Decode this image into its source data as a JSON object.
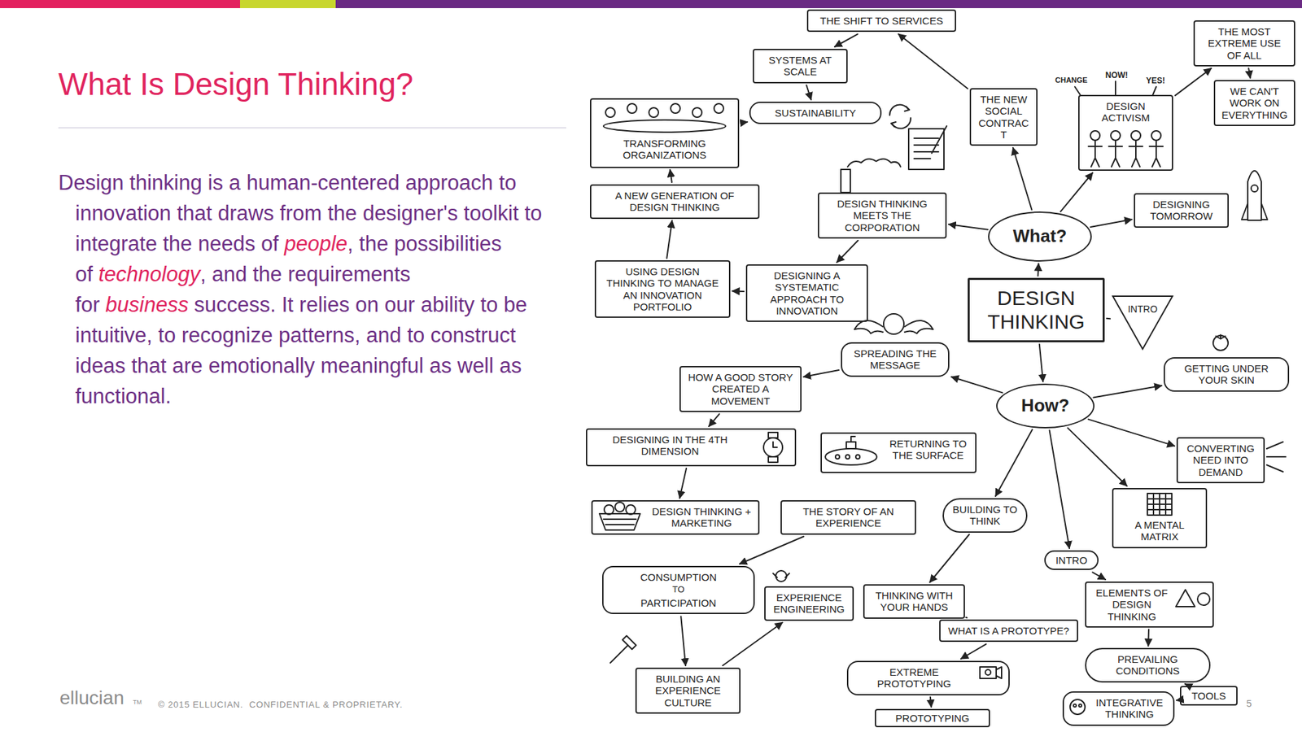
{
  "diagram": {
    "title": "What Is Design Thinking?",
    "nodes": [
      {
        "text": [
          "THE SHIFT TO SERVICES"
        ]
      },
      {
        "text": [
          "THE MOST EXTREME USE OF ALL"
        ]
      },
      {
        "text": [
          "SYSTEMS AT SCALE"
        ]
      },
      {
        "text": [
          "THE NEW SOCIAL CONTRACT"
        ]
      },
      {
        "text": [
          "DESIGN ACTIVISM"
        ]
      },
      {
        "text": [
          "WE CAN'T WORK ON EVERYTHING"
        ]
      },
      {
        "text": [
          "SUSTAINABILITY"
        ]
      },
      {
        "text": [
          "TRANSFORMING ORGANIZATIONS"
        ]
      },
      {
        "text": [
          "DESIGN THINKING MEETS THE CORPORATION"
        ]
      },
      {
        "text": [
          "DESIGNING TOMORROW"
        ]
      },
      {
        "text": [
          "A NEW GENERATION OF DESIGN THINKING"
        ]
      },
      {
        "text": [
          "What?"
        ]
      },
      {
        "text": [
          "USING DESIGN THINKING TO MANAGE AN INNOVATION PORTFOLIO"
        ]
      },
      {
        "text": [
          "DESIGNING A SYSTEMATIC APPROACH TO INNOVATION"
        ]
      },
      {
        "text": [
          "DESIGN THINKING"
        ]
      },
      {
        "text": [
          "INTRO"
        ]
      },
      {
        "text": [
          "SPREADING THE MESSAGE"
        ]
      },
      {
        "text": [
          "GETTING UNDER YOUR SKIN"
        ]
      },
      {
        "text": [
          "HOW A GOOD STORY CREATED A MOVEMENT"
        ]
      },
      {
        "text": [
          "How?"
        ]
      },
      {
        "text": [
          "DESIGNING IN THE 4TH DIMENSION"
        ]
      },
      {
        "text": [
          "RETURNING TO THE SURFACE"
        ]
      },
      {
        "text": [
          "CONVERTING NEED INTO DEMAND"
        ]
      },
      {
        "text": [
          "DESIGN THINKING + MARKETING"
        ]
      },
      {
        "text": [
          "THE STORY OF AN EXPERIENCE"
        ]
      },
      {
        "text": [
          "BUILDING TO THINK"
        ]
      },
      {
        "text": [
          "A MENTAL MATRIX"
        ]
      },
      {
        "text": [
          "INTRO"
        ]
      },
      {
        "text": [
          "CONSUMPTION",
          "TO",
          "PARTICIPATION"
        ]
      },
      {
        "text": [
          "EXPERIENCE ENGINEERING"
        ]
      },
      {
        "text": [
          "THINKING WITH YOUR HANDS"
        ]
      },
      {
        "text": [
          "ELEMENTS OF DESIGN THINKING"
        ]
      },
      {
        "text": [
          "WHAT IS A PROTOTYPE?"
        ]
      },
      {
        "text": [
          "PREVAILING CONDITIONS"
        ]
      },
      {
        "text": [
          "EXTREME PROTOTYPING"
        ]
      },
      {
        "text": [
          "BUILDING AN EXPERIENCE CULTURE"
        ]
      },
      {
        "text": [
          "TOOLS"
        ]
      },
      {
        "text": [
          "INTEGRATIVE THINKING"
        ]
      },
      {
        "text": [
          "PROTOTYPING"
        ]
      }
    ],
    "edges": [
      {
        "from": 11,
        "to": 8,
        "arrow": "to"
      },
      {
        "from": 11,
        "to": 3,
        "arrow": "to"
      },
      {
        "from": 11,
        "to": 4,
        "arrow": "to"
      },
      {
        "from": 11,
        "to": 9,
        "arrow": "to"
      },
      {
        "from": 14,
        "to": 11,
        "arrow": "to"
      },
      {
        "from": 14,
        "to": 19,
        "arrow": "to"
      },
      {
        "from": 14,
        "to": 15,
        "arrow": "none"
      },
      {
        "from": 3,
        "to": 0,
        "arrow": "to"
      },
      {
        "from": 0,
        "to": 2,
        "arrow": "to"
      },
      {
        "from": 2,
        "to": 6,
        "arrow": "to"
      },
      {
        "from": 7,
        "to": 6,
        "arrow": "to"
      },
      {
        "from": 8,
        "to": 13,
        "arrow": "to"
      },
      {
        "from": 13,
        "to": 12,
        "arrow": "to"
      },
      {
        "from": 12,
        "to": 10,
        "arrow": "to"
      },
      {
        "from": 10,
        "to": 7,
        "arrow": "to"
      },
      {
        "from": 4,
        "to": 1,
        "arrow": "to"
      },
      {
        "from": 1,
        "to": 5,
        "arrow": "to"
      },
      {
        "from": 19,
        "to": 16,
        "arrow": "to"
      },
      {
        "from": 19,
        "to": 17,
        "arrow": "to"
      },
      {
        "from": 19,
        "to": 22,
        "arrow": "to"
      },
      {
        "from": 19,
        "to": 26,
        "arrow": "to"
      },
      {
        "from": 19,
        "to": 27,
        "arrow": "to"
      },
      {
        "from": 19,
        "to": 25,
        "arrow": "to"
      },
      {
        "from": 16,
        "to": 18,
        "arrow": "to"
      },
      {
        "from": 18,
        "to": 20,
        "arrow": "to"
      },
      {
        "from": 20,
        "to": 23,
        "arrow": "to"
      },
      {
        "from": 24,
        "to": 28,
        "arrow": "to"
      },
      {
        "from": 28,
        "to": 35,
        "arrow": "to"
      },
      {
        "from": 35,
        "to": 29,
        "arrow": "to"
      },
      {
        "from": 25,
        "to": 30,
        "arrow": "to"
      },
      {
        "from": 30,
        "to": 32,
        "arrow": "none"
      },
      {
        "from": 32,
        "to": 34,
        "arrow": "to"
      },
      {
        "from": 34,
        "to": 38,
        "arrow": "to"
      },
      {
        "from": 27,
        "to": 31,
        "arrow": "to"
      },
      {
        "from": 31,
        "to": 33,
        "arrow": "to"
      },
      {
        "from": 33,
        "to": 36,
        "arrow": "to"
      },
      {
        "from": 36,
        "to": 37,
        "arrow": "to"
      }
    ],
    "labels": [
      "Design thinking is a human-centered approach to innovation that draws from the designer's toolkit to integrate the needs of",
      "people",
      ", the possibilities of",
      "technology",
      ", and the requirements for",
      "business",
      "success. It relies on our ability to be intuitive, to recognize patterns, and to construct ideas that are emotionally meaningful as well as functional.",
      "CHANGE",
      "NOW!",
      "YES!",
      "ellucian",
      "TM",
      "© 2015 ELLUCIAN.  CONFIDENTIAL & PROPRIETARY.",
      "5"
    ]
  }
}
